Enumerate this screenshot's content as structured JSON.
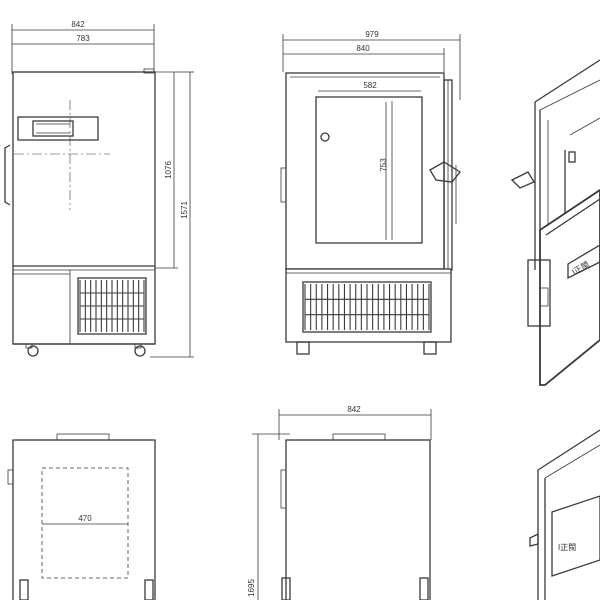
{
  "drawing": {
    "front_view": {
      "overall_width": "842",
      "cabinet_width": "783",
      "door_height": "1076",
      "overall_height": "1571"
    },
    "door_open_view": {
      "overall_width": "979",
      "cabinet_width": "840",
      "inner_width": "582",
      "inner_height": "753"
    },
    "bottom_left_view": {
      "inner_width": "470"
    },
    "bottom_middle_view": {
      "overall_width": "842",
      "overall_height": "1695"
    },
    "iso_brand_label": "I正閩"
  },
  "colors": {
    "line": "#3a3a3a",
    "background": "#ffffff"
  }
}
